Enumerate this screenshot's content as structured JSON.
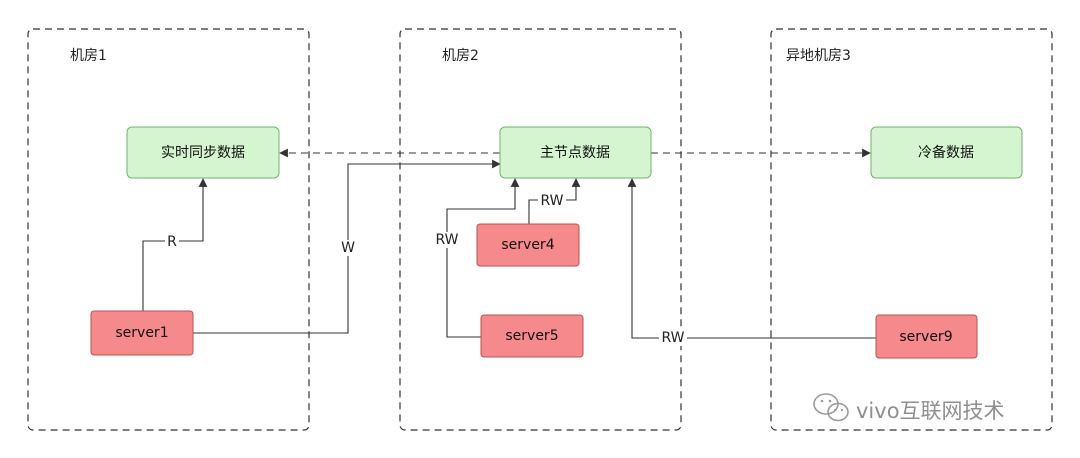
{
  "zones": {
    "room1": "机房1",
    "room2": "机房2",
    "room3": "异地机房3"
  },
  "nodes": {
    "sync_data": "实时同步数据",
    "master_data": "主节点数据",
    "cold_backup": "冷备数据",
    "server1": "server1",
    "server4": "server4",
    "server5": "server5",
    "server9": "server9"
  },
  "edges": {
    "server1_read": "R",
    "server1_write": "W",
    "server4_rw": "RW",
    "server5_rw": "RW",
    "server9_rw": "RW"
  },
  "watermark": {
    "text": "vivo互联网技术",
    "icon": "wechat-icon"
  },
  "colors": {
    "data_node_fill": "#d5f5d0",
    "server_node_fill": "#f5898b"
  }
}
